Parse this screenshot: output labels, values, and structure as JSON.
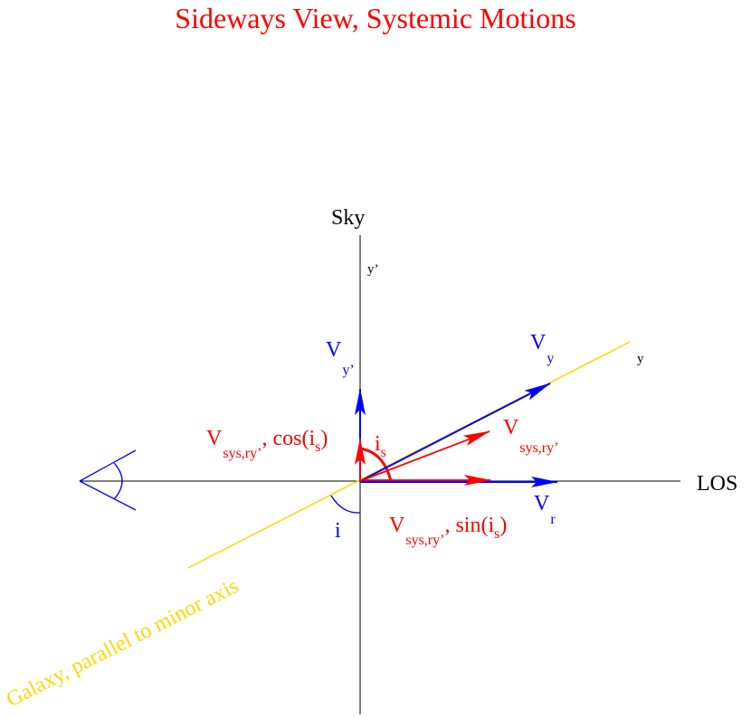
{
  "title": "Sideways View, Systemic Motions",
  "colors": {
    "title": "#ff0000",
    "axis": "#000000",
    "velocity": "#0000ff",
    "systemic": "#ff0000",
    "galaxy": "#ffd700",
    "eye": "#0000ff"
  },
  "labels": {
    "sky": "Sky",
    "los": "LOS",
    "y_prime": "y’",
    "y": "y",
    "galaxy": "Galaxy, parallel to minor axis",
    "angle_i": "i",
    "angle_is_main": "i",
    "angle_is_sub": "s"
  },
  "vectors": {
    "vy_prime": {
      "main": "V",
      "sub": "y’"
    },
    "vy": {
      "main": "V",
      "sub": "y"
    },
    "vr": {
      "main": "V",
      "sub": "r"
    },
    "vsys_ry_prime": {
      "main": "V",
      "sub": "sys,ry’"
    },
    "cos_term": {
      "main": "V",
      "sub": "sys,ry’",
      "func": ", cos(i",
      "func_sub": "s",
      "close": ")"
    },
    "sin_term": {
      "main": "V",
      "sub": "sys,ry’",
      "func": ", sin(i",
      "func_sub": "s",
      "close": ")"
    }
  }
}
